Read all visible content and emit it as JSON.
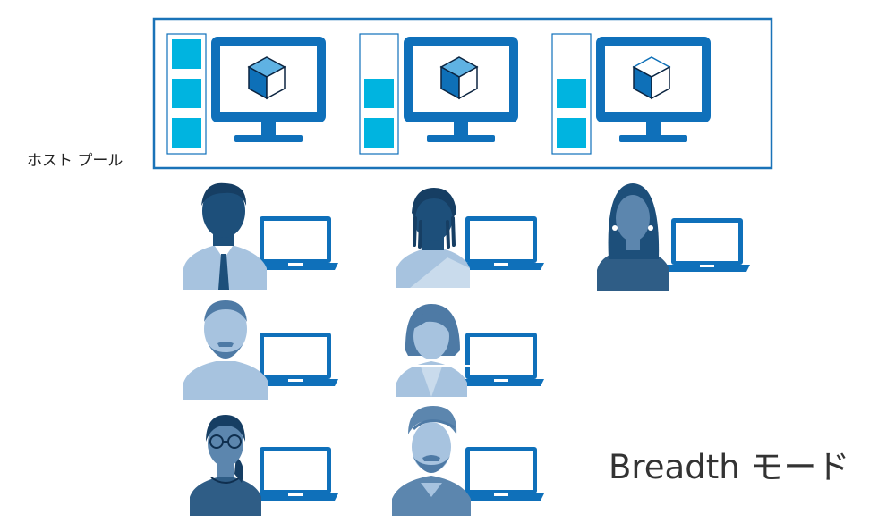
{
  "host_pool": {
    "label": "ホスト プール",
    "session_hosts": [
      {
        "name": "session-host-1",
        "app_tiles": 3,
        "cube_style": "half-dark"
      },
      {
        "name": "session-host-2",
        "app_tiles": 2,
        "cube_style": "half-dark"
      },
      {
        "name": "session-host-3",
        "app_tiles": 2,
        "cube_style": "outline"
      }
    ]
  },
  "users": [
    {
      "name": "user-man-tie",
      "style": "dark"
    },
    {
      "name": "user-woman-braids",
      "style": "dark"
    },
    {
      "name": "user-woman-long-hair",
      "style": "dark"
    },
    {
      "name": "user-man-beard",
      "style": "light"
    },
    {
      "name": "user-woman-short-hair",
      "style": "light"
    },
    {
      "name": "user-woman-glasses",
      "style": "dark"
    },
    {
      "name": "user-man-turban",
      "style": "light"
    }
  ],
  "mode_label": "Breadth モード",
  "colors": {
    "frame": "#1a73b8",
    "app_tile": "#00b4e0",
    "monitor": "#0f70ba",
    "laptop": "#0f70ba",
    "user_dark": "#1d4f7a",
    "user_mid": "#4e7aa5",
    "user_light": "#a7c3df"
  }
}
